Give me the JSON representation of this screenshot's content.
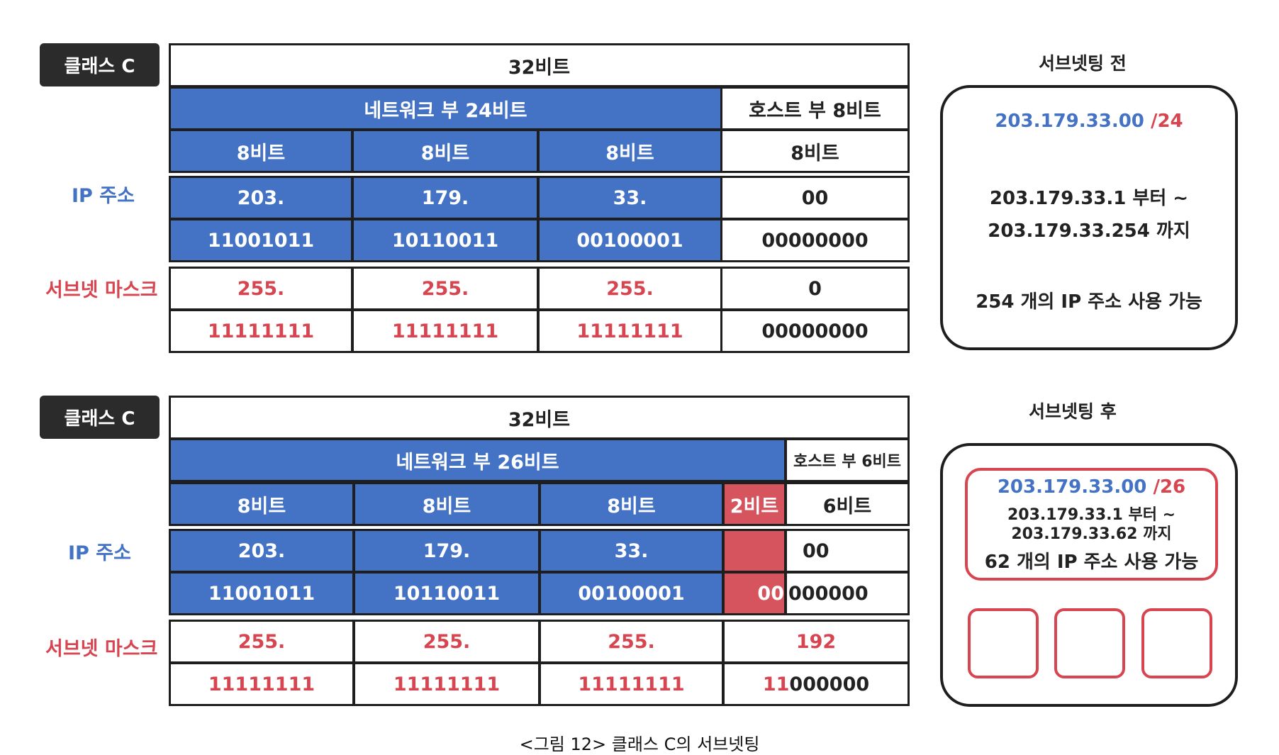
{
  "top": {
    "class_label": "클래스 C",
    "total_bits": "32비트",
    "network_part": "네트워크 부 24비트",
    "host_part": "호스트 부 8비트",
    "octet_bits": [
      "8비트",
      "8비트",
      "8비트",
      "8비트"
    ],
    "ip_label": "IP 주소",
    "ip_decimal": [
      "203.",
      "179.",
      "33.",
      "00"
    ],
    "ip_binary": [
      "11001011",
      "10110011",
      "00100001",
      "00000000"
    ],
    "mask_label": "서브넷 마스크",
    "mask_decimal": [
      "255.",
      "255.",
      "255.",
      "0"
    ],
    "mask_binary": [
      "11111111",
      "11111111",
      "11111111",
      "00000000"
    ],
    "summary_title": "서브넷팅 전",
    "summary_net": "203.179.33.00",
    "summary_prefix": "/24",
    "summary_range_start": "203.179.33.1 부터 ~",
    "summary_range_end": "203.179.33.254 까지",
    "summary_count": "254 개의 IP 주소 사용 가능"
  },
  "bottom": {
    "class_label": "클래스 C",
    "total_bits": "32비트",
    "network_part": "네트워크 부 26비트",
    "host_part": "호스트 부 6비트",
    "octet_bits": [
      "8비트",
      "8비트",
      "8비트"
    ],
    "borrowed_bits": "2비트",
    "host_bits": "6비트",
    "ip_label": "IP 주소",
    "ip_decimal": [
      "203.",
      "179.",
      "33.",
      "00"
    ],
    "ip_binary": [
      "11001011",
      "10110011",
      "00100001"
    ],
    "ip_last_binary_a": "00",
    "ip_last_binary_b": "000000",
    "mask_label": "서브넷 마스크",
    "mask_decimal": [
      "255.",
      "255.",
      "255.",
      "192"
    ],
    "mask_binary": [
      "11111111",
      "11111111",
      "11111111"
    ],
    "mask_last_binary_a": "11",
    "mask_last_binary_b": "000000",
    "summary_title": "서브넷팅 후",
    "summary_net": "203.179.33.00",
    "summary_prefix": "/26",
    "summary_range_start": "203.179.33.1 부터 ~",
    "summary_range_end": "203.179.33.62 까지",
    "summary_count": "62 개의 IP 주소 사용 가능"
  },
  "caption": "<그림 12> 클래스 C의 서브넷팅",
  "colors": {
    "network_blue": "#4472c4",
    "accent_red": "#d64550",
    "dark": "#2b2b2b"
  }
}
